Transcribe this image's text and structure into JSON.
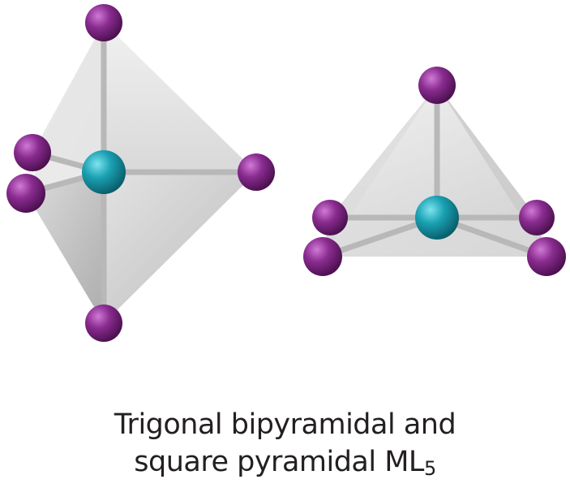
{
  "caption": {
    "line1": "Trigonal bipyramidal and",
    "line2_main": "square pyramidal ML",
    "line2_subscript": "5"
  },
  "colors": {
    "ligand": "#8a2c90",
    "metal": "#1aa1b3",
    "bond": "#b8b8b8",
    "polyhedron_face": "#d3d3d3",
    "caption_text": "#231f20"
  }
}
